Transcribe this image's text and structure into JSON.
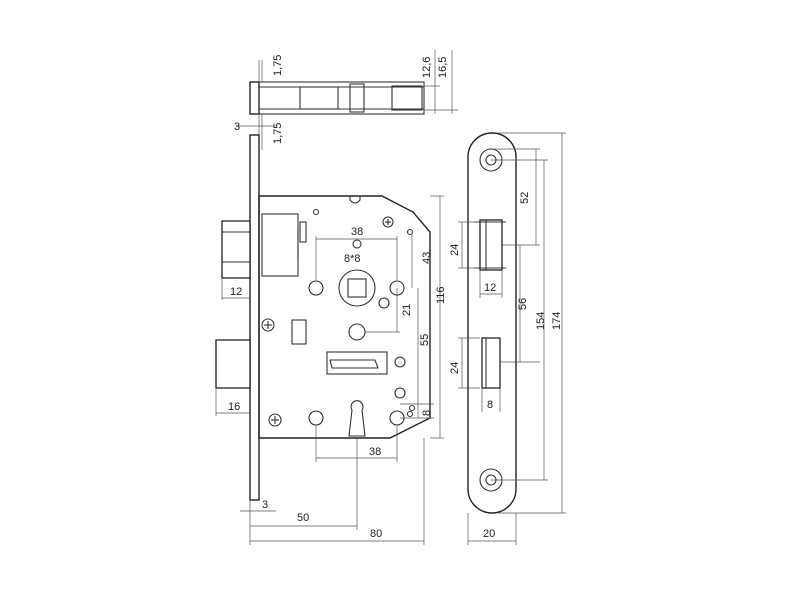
{
  "dimensions": {
    "top_1_75_a": "1,75",
    "top_1_75_b": "1,75",
    "top_3": "3",
    "top_12_6": "12,6",
    "top_16_5": "16,5",
    "backset_38_top": "38",
    "spindle_8x8": "8*8",
    "d43": "43",
    "d21": "21",
    "d55": "55",
    "d116": "116",
    "d8_key": "8",
    "backset_38_bottom": "38",
    "latch_12": "12",
    "bolt_16": "16",
    "bottom_3": "3",
    "d50": "50",
    "d80": "80",
    "strike_52": "52",
    "strike_24_top": "24",
    "strike_12": "12",
    "strike_56": "56",
    "strike_154": "154",
    "strike_174": "174",
    "strike_24_bottom": "24",
    "strike_8": "8",
    "strike_20": "20"
  }
}
